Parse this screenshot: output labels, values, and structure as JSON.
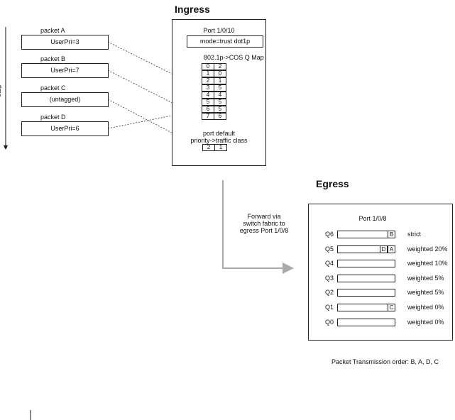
{
  "ingress": {
    "title": "Ingress",
    "port_label": "Port 1/0/10",
    "mode_label": "mode=trust dot1p",
    "map_title": "802.1p->COS Q Map",
    "map_rows": [
      [
        "0",
        "2"
      ],
      [
        "1",
        "0"
      ],
      [
        "2",
        "1"
      ],
      [
        "3",
        "5"
      ],
      [
        "4",
        "4"
      ],
      [
        "5",
        "5"
      ],
      [
        "6",
        "5"
      ],
      [
        "7",
        "6"
      ]
    ],
    "port_default_line1": "port default",
    "port_default_line2": "priority->traffic class",
    "port_default_cells": [
      "2",
      "1"
    ]
  },
  "time_label": "time",
  "packets": [
    {
      "name": "packet A",
      "value": "UserPri=3"
    },
    {
      "name": "packet B",
      "value": "UserPri=7"
    },
    {
      "name": "packet C",
      "value": "(untagged)"
    },
    {
      "name": "packet D",
      "value": "UserPri=6"
    }
  ],
  "forward_label": [
    "Forward via",
    "switch fabric to",
    "egress Port 1/0/8"
  ],
  "egress": {
    "title": "Egress",
    "port_label": "Port 1/0/8",
    "queues": [
      {
        "name": "Q6",
        "policy": "strict",
        "tags": [
          "B"
        ]
      },
      {
        "name": "Q5",
        "policy": "weighted 20%",
        "tags": [
          "D",
          "A"
        ]
      },
      {
        "name": "Q4",
        "policy": "weighted 10%",
        "tags": []
      },
      {
        "name": "Q3",
        "policy": "weighted 5%",
        "tags": []
      },
      {
        "name": "Q2",
        "policy": "weighted 5%",
        "tags": []
      },
      {
        "name": "Q1",
        "policy": "weighted 0%",
        "tags": [
          "C"
        ]
      },
      {
        "name": "Q0",
        "policy": "weighted 0%",
        "tags": []
      }
    ]
  },
  "transmission_order": "Packet Transmission order:  B, A, D, C"
}
